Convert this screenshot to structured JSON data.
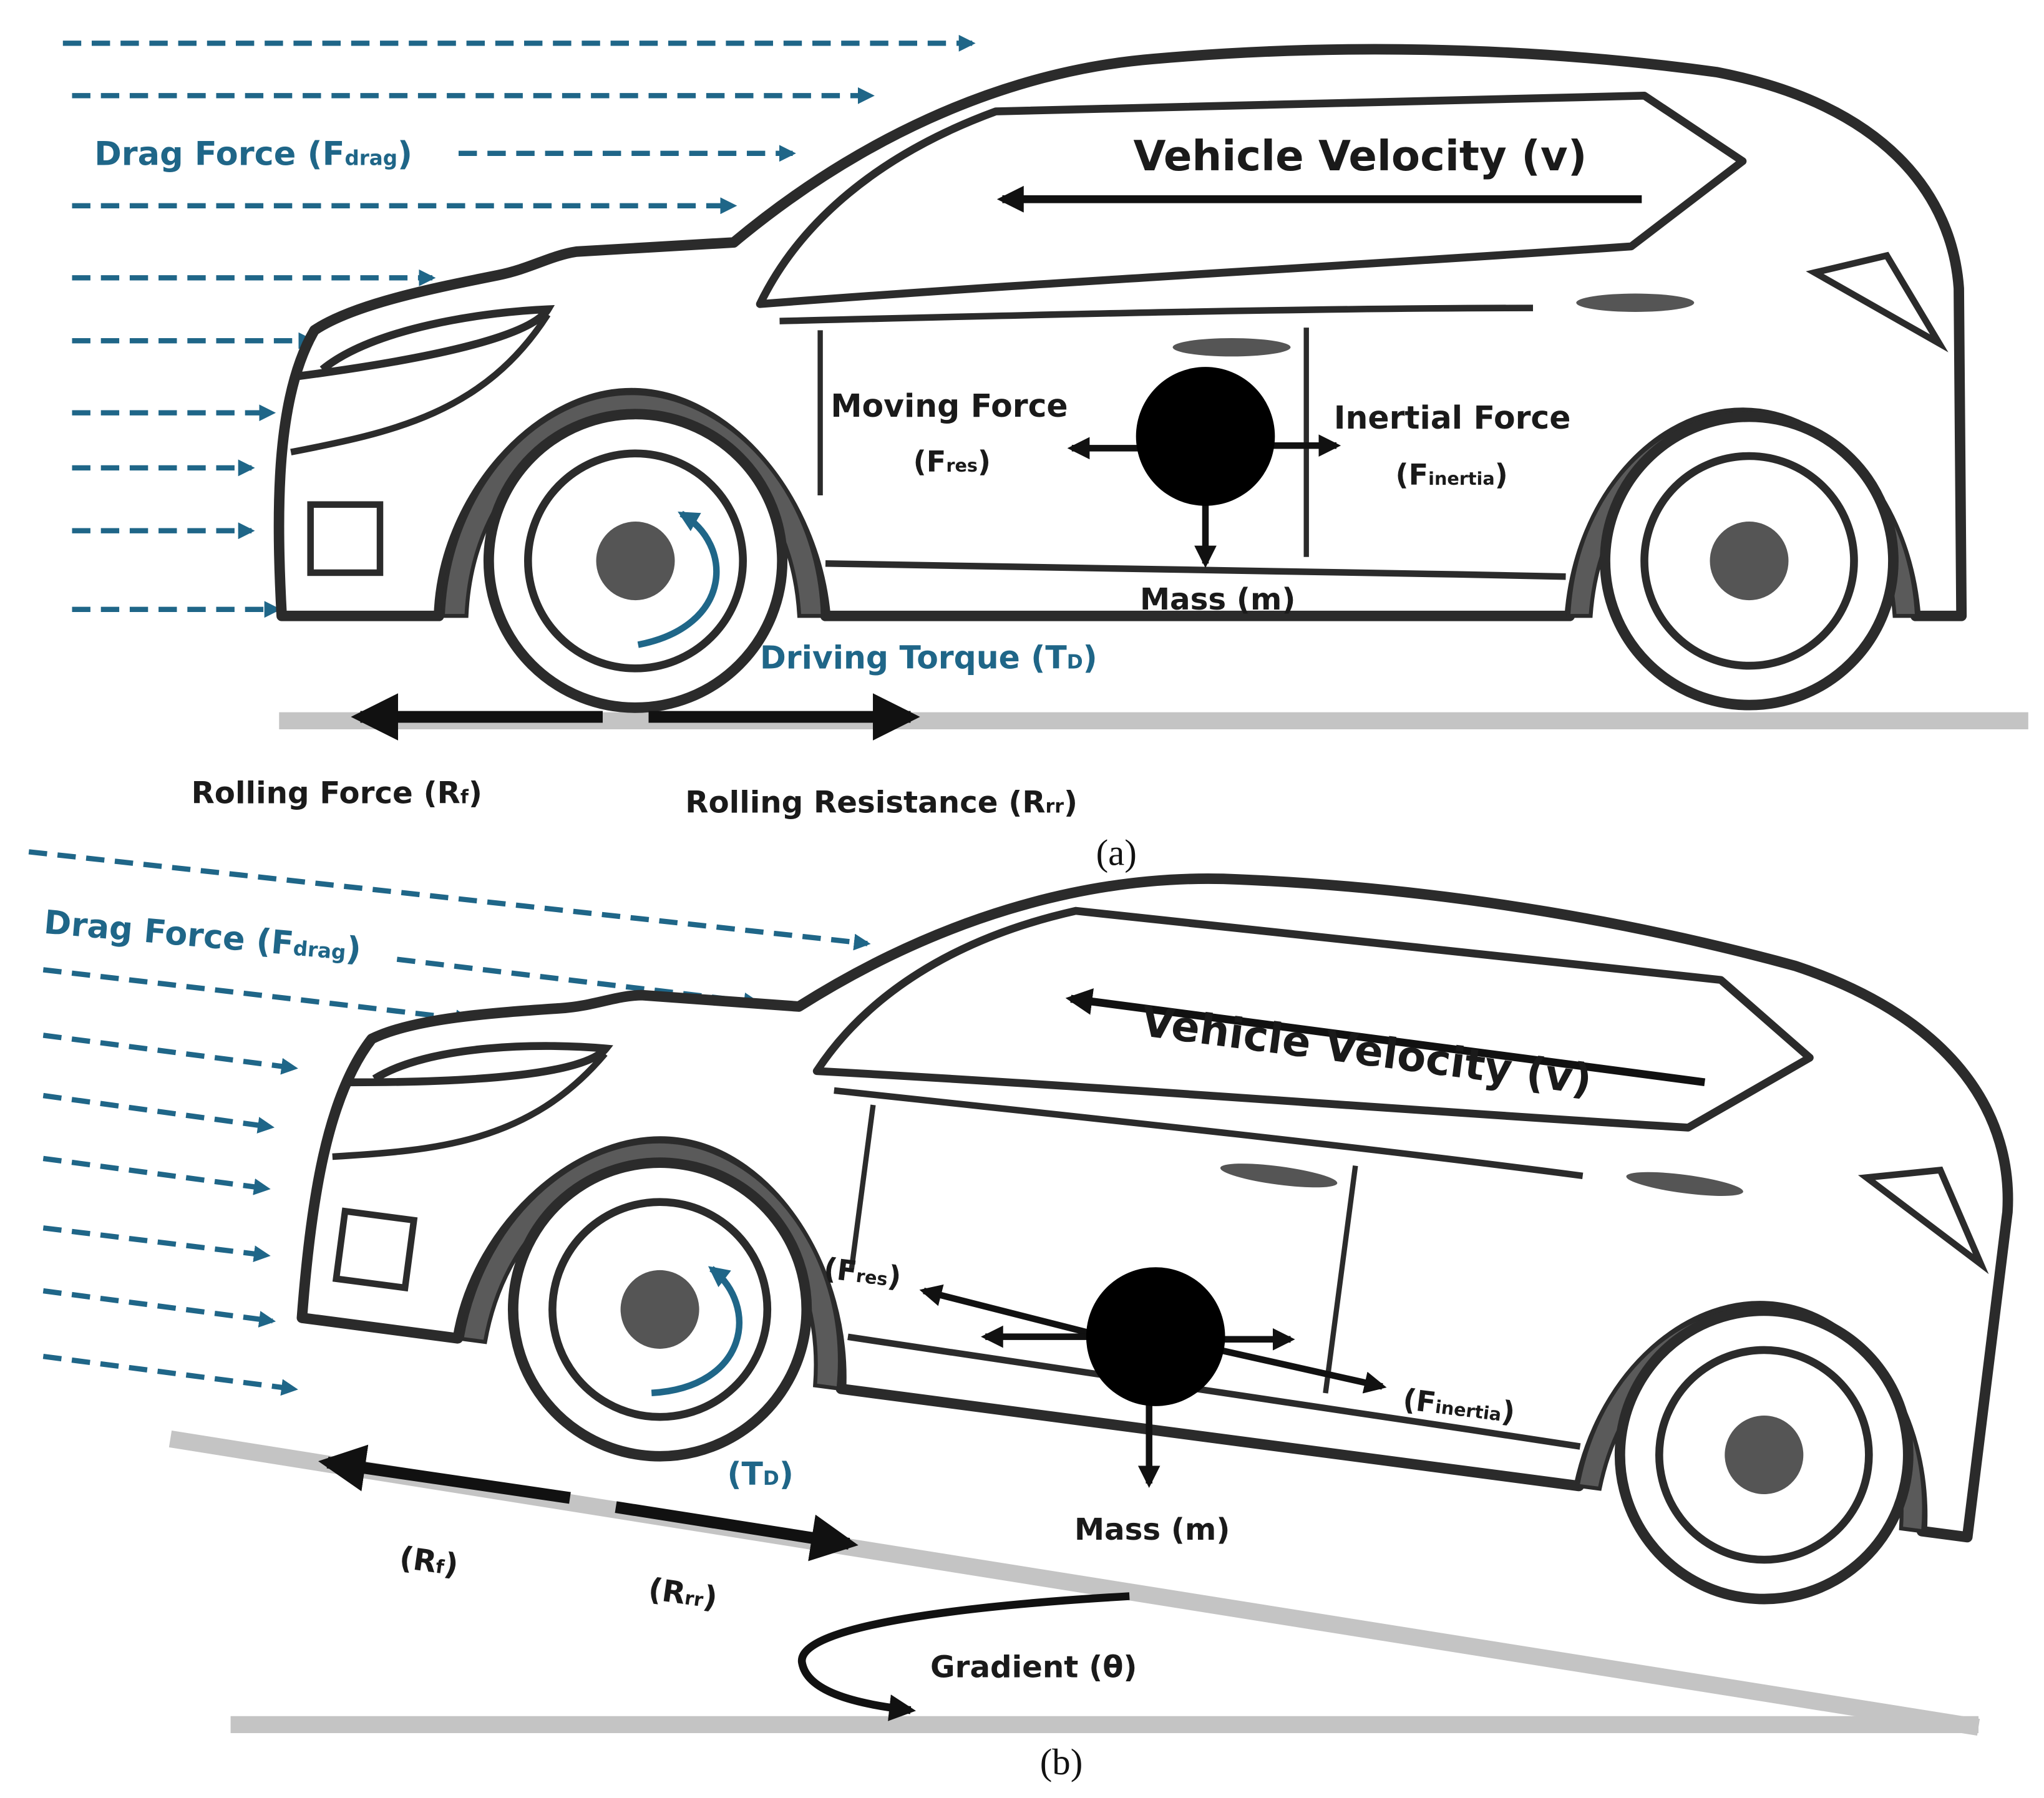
{
  "colors": {
    "force_blue": "#1f6688",
    "outline": "#2b2b2b",
    "ink": "#111111",
    "road": "#c4c4c4",
    "fender": "#5a5a5a",
    "hub": "#555555"
  },
  "panel_a": {
    "caption": "(a)",
    "drag": {
      "main": "Drag Force (F",
      "sub": "drag",
      "close": ")"
    },
    "velocity": "Vehicle Velocity (v)",
    "moving_force": "Moving Force",
    "fres": {
      "main": "(F",
      "sub": "res",
      "close": ")"
    },
    "inertial_force": "Inertial Force",
    "finertia": {
      "main": "(F",
      "sub": "inertia",
      "close": ")"
    },
    "mass": "Mass (m)",
    "torque": {
      "main": "Driving Torque (T",
      "sub": "D",
      "close": ")"
    },
    "rolling_force": {
      "main": "Rolling Force (R",
      "sub": "f",
      "close": ")"
    },
    "rolling_resistance": {
      "main": "Rolling Resistance (R",
      "sub": "rr",
      "close": ")"
    }
  },
  "panel_b": {
    "caption": "(b)",
    "drag": {
      "main": "Drag Force (F",
      "sub": "drag",
      "close": ")"
    },
    "velocity": "Vehicle Velocity (v)",
    "fres": {
      "main": "(F",
      "sub": "res",
      "close": ")"
    },
    "finertia": {
      "main": "(F",
      "sub": "inertia",
      "close": ")"
    },
    "mass": "Mass (m)",
    "torque": {
      "main": "(T",
      "sub": "D",
      "close": ")"
    },
    "rf": {
      "main": "(R",
      "sub": "f",
      "close": ")"
    },
    "rrr": {
      "main": "(R",
      "sub": "rr",
      "close": ")"
    },
    "gradient": "Gradient (θ)"
  }
}
